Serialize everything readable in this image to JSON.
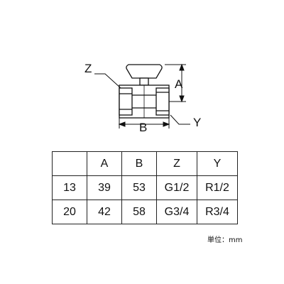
{
  "drawing": {
    "labels": {
      "z": "Z",
      "a": "A",
      "b": "B",
      "y": "Y"
    }
  },
  "table": {
    "headers": [
      "",
      "A",
      "B",
      "Z",
      "Y"
    ],
    "rows": [
      [
        "13",
        "39",
        "53",
        "G1/2",
        "R1/2"
      ],
      [
        "20",
        "42",
        "58",
        "G3/4",
        "R3/4"
      ]
    ]
  },
  "unit_note": "単位：mm"
}
